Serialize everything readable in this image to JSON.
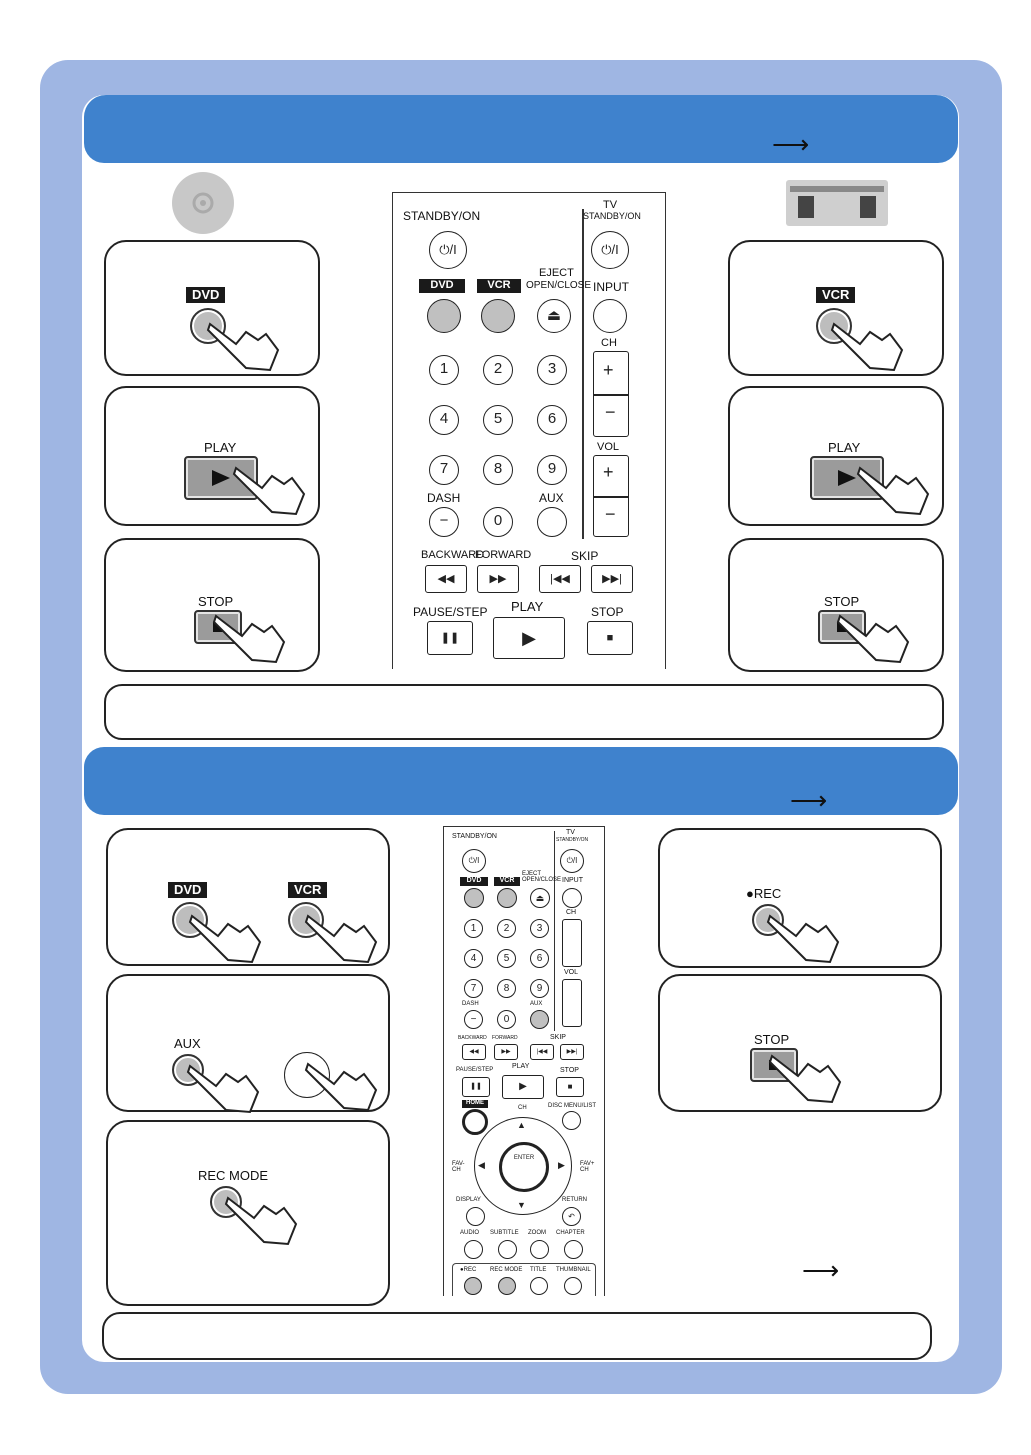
{
  "colors": {
    "frame": "#9fb6e3",
    "header_bar": "#3f82cd",
    "button_gray": "#bdbdbd"
  },
  "section1": {
    "arrow": "⟶",
    "left_steps": [
      {
        "tag": "DVD"
      },
      {
        "label": "PLAY"
      },
      {
        "label": "STOP"
      }
    ],
    "right_steps": [
      {
        "tag": "VCR"
      },
      {
        "label": "PLAY"
      },
      {
        "label": "STOP"
      }
    ]
  },
  "remote_big": {
    "standby": "STANDBY/ON",
    "tv": "TV",
    "tv_standby": "STANDBY/ON",
    "dvd": "DVD",
    "vcr": "VCR",
    "eject": "EJECT",
    "open_close": "OPEN/CLOSE",
    "input": "INPUT",
    "ch": "CH",
    "num1": "1",
    "num2": "2",
    "num3": "3",
    "num4": "4",
    "num5": "5",
    "num6": "6",
    "num7": "7",
    "num8": "8",
    "num9": "9",
    "num0": "0",
    "vol": "VOL",
    "dash": "DASH",
    "aux": "AUX",
    "backward": "BACKWARD",
    "forward": "FORWARD",
    "skip": "SKIP",
    "pause_step": "PAUSE/STEP",
    "play": "PLAY",
    "stop": "STOP"
  },
  "section2": {
    "arrow_top": "⟶",
    "arrow_bottom": "⟶",
    "left_steps": [
      {
        "tag_a": "DVD",
        "tag_b": "VCR"
      },
      {
        "label": "AUX"
      },
      {
        "label": "REC MODE"
      }
    ],
    "right_steps": [
      {
        "label": "●REC"
      },
      {
        "label": "STOP"
      }
    ]
  },
  "remote_small": {
    "standby": "STANDBY/ON",
    "tv": "TV",
    "tv_standby": "STANDBY/ON",
    "dvd": "DVD",
    "vcr": "VCR",
    "eject": "EJECT OPEN/CLOSE",
    "input": "INPUT",
    "ch": "CH",
    "vol": "VOL",
    "dash": "DASH",
    "aux": "AUX",
    "backward": "BACKWARD",
    "forward": "FORWARD",
    "skip": "SKIP",
    "pause_step": "PAUSE/STEP",
    "play": "PLAY",
    "stop": "STOP",
    "home": "HOME",
    "ch2": "CH",
    "disc_menu": "DISC MENU/LIST",
    "fav_minus": "FAV- CH",
    "fav_plus": "FAV+ CH",
    "enter": "ENTER",
    "display": "DISPLAY",
    "return": "RETURN",
    "audio": "AUDIO",
    "subtitle": "SUBTITLE",
    "zoom": "ZOOM",
    "chapter": "CHAPTER",
    "rec": "●REC",
    "rec_mode": "REC MODE",
    "title": "TITLE",
    "thumbnail": "THUMBNAIL"
  }
}
